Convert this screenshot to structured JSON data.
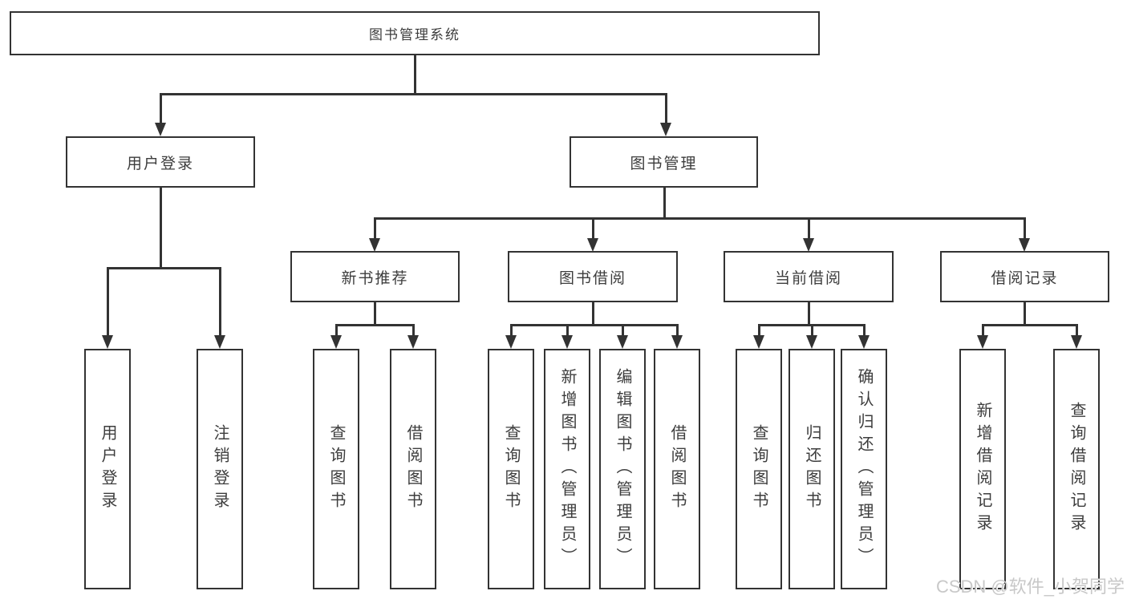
{
  "diagram": {
    "type": "hierarchy",
    "root": {
      "label": "图书管理系统"
    },
    "level2": [
      {
        "label": "用户登录"
      },
      {
        "label": "图书管理"
      }
    ],
    "level3": [
      {
        "label": "新书推荐",
        "parent": "图书管理"
      },
      {
        "label": "图书借阅",
        "parent": "图书管理"
      },
      {
        "label": "当前借阅",
        "parent": "图书管理"
      },
      {
        "label": "借阅记录",
        "parent": "图书管理"
      }
    ],
    "leaves": [
      {
        "label": "用户登录",
        "parent": "用户登录"
      },
      {
        "label": "注销登录",
        "parent": "用户登录"
      },
      {
        "label": "查询图书",
        "parent": "新书推荐"
      },
      {
        "label": "借阅图书",
        "parent": "新书推荐"
      },
      {
        "label": "查询图书",
        "parent": "图书借阅"
      },
      {
        "label": "新增图书（管理员）",
        "parent": "图书借阅"
      },
      {
        "label": "编辑图书（管理员）",
        "parent": "图书借阅"
      },
      {
        "label": "借阅图书",
        "parent": "图书借阅"
      },
      {
        "label": "查询图书",
        "parent": "当前借阅"
      },
      {
        "label": "归还图书",
        "parent": "当前借阅"
      },
      {
        "label": "确认归还（管理员）",
        "parent": "当前借阅"
      },
      {
        "label": "新增借阅记录",
        "parent": "借阅记录"
      },
      {
        "label": "查询借阅记录",
        "parent": "借阅记录"
      }
    ]
  },
  "watermark": {
    "text": "CSDN @软件_小贺同学"
  },
  "colors": {
    "line": "#333333",
    "box_border": "#333333",
    "text": "#3d3d3d",
    "watermark": "#c8c8c8",
    "background": "#ffffff"
  }
}
